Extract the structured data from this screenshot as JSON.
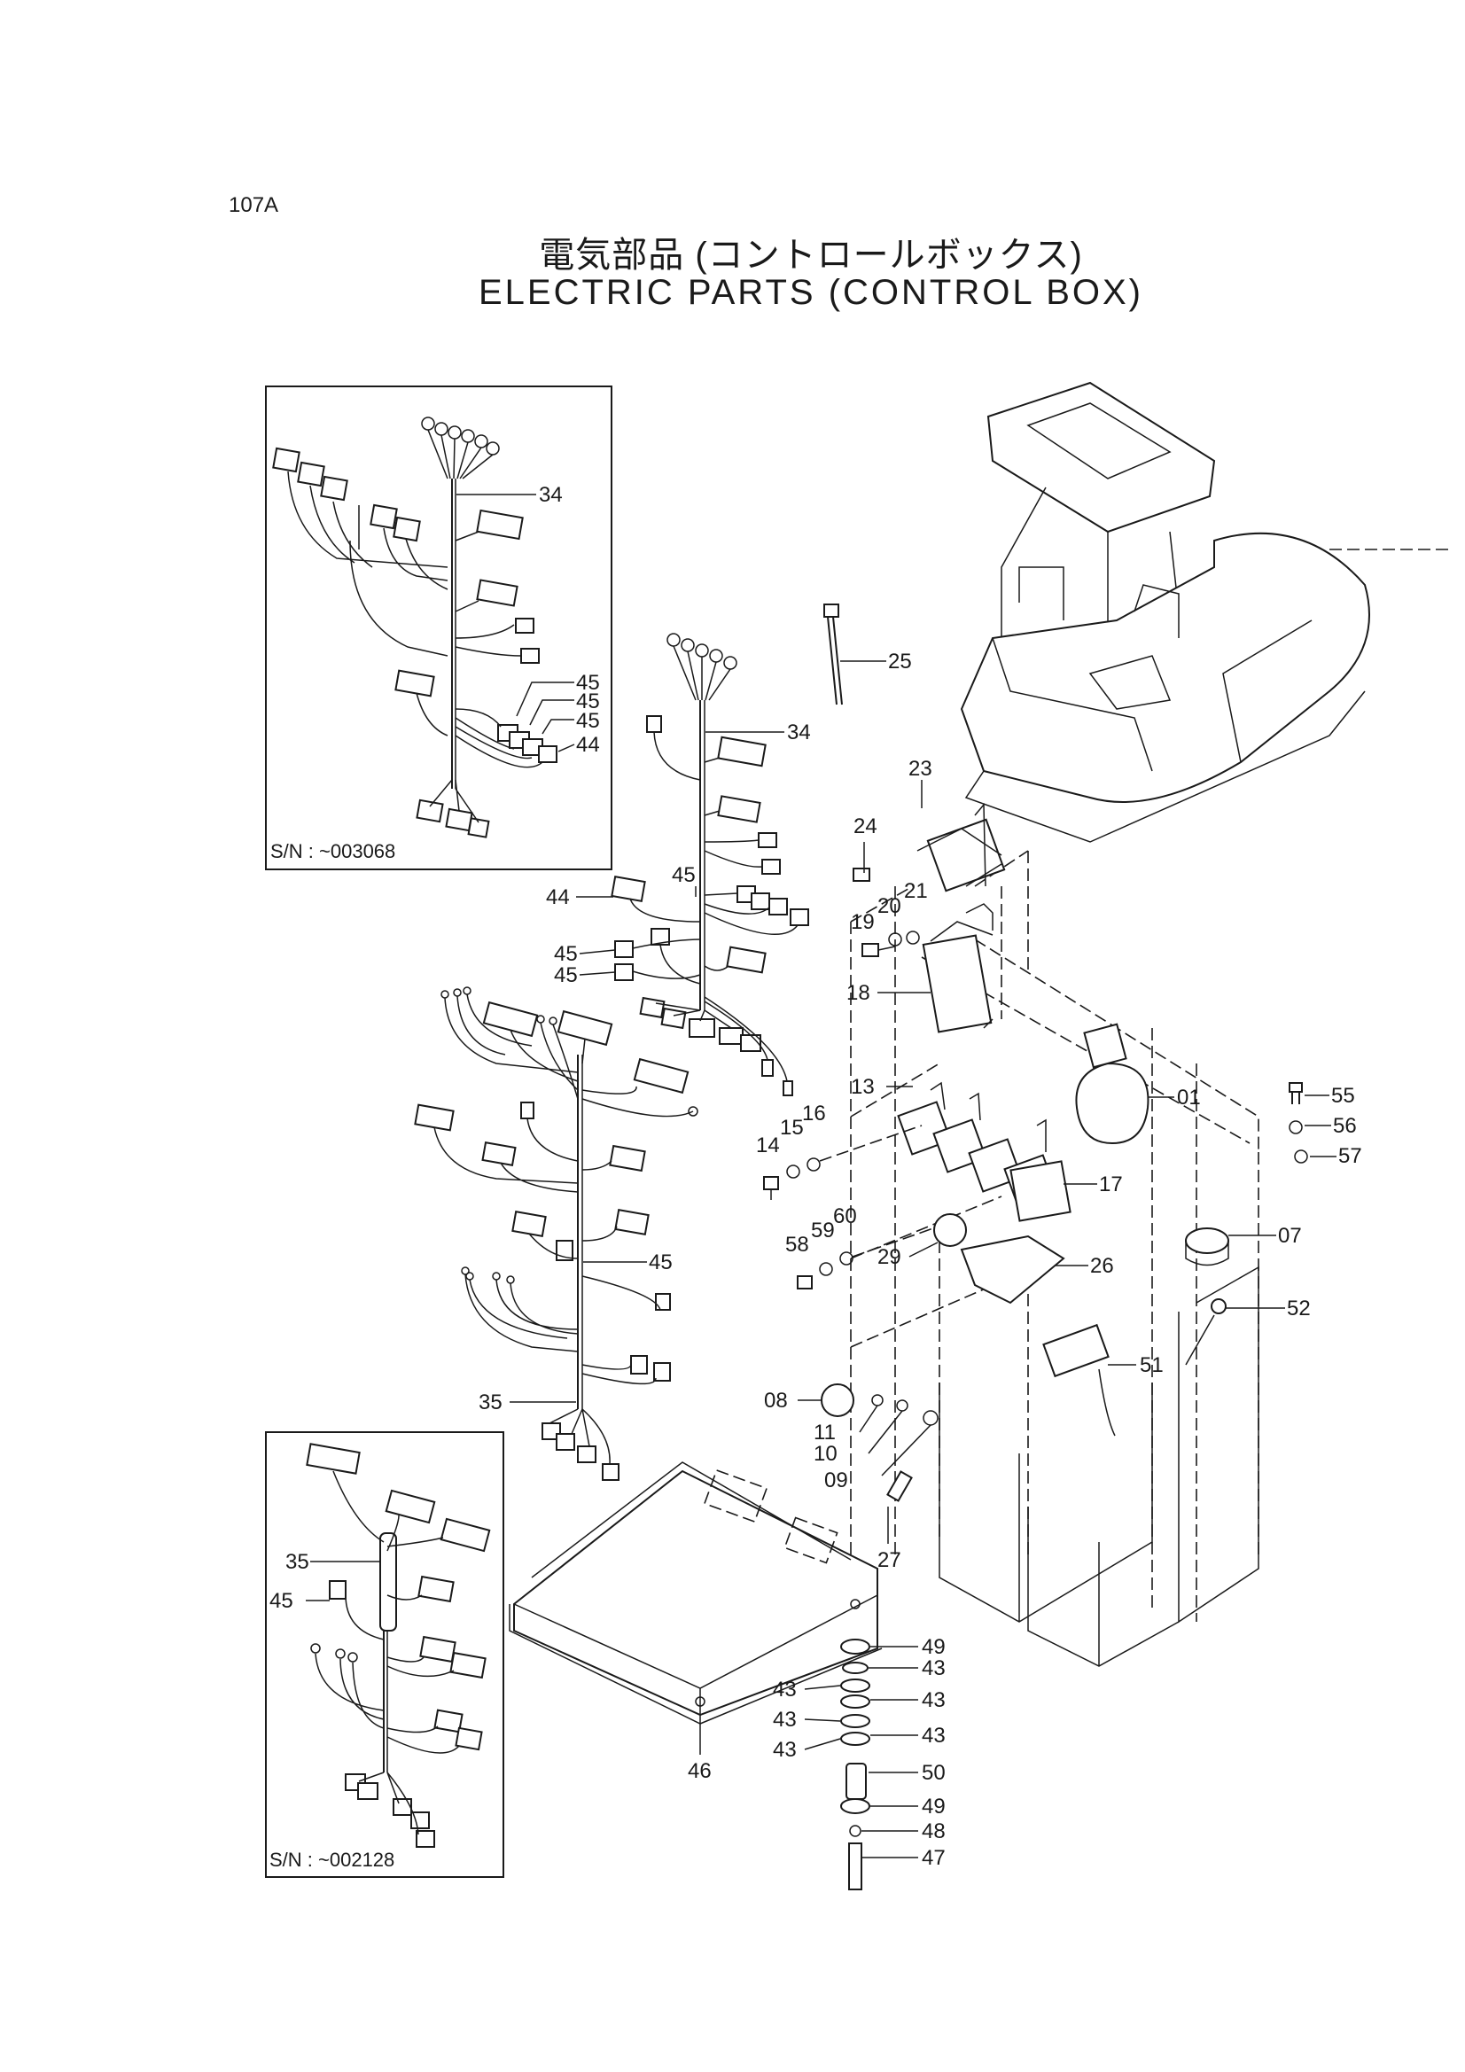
{
  "header": {
    "page_code": "107A",
    "title_jp": "電気部品 (コントロールボックス)",
    "title_en": "ELECTRIC PARTS (CONTROL BOX)"
  },
  "insets": {
    "top_serial": "S/N : ~003068",
    "bottom_serial": "S/N : ~002128"
  },
  "callouts": {
    "c34a": "34",
    "c45a": "45",
    "c45b": "45",
    "c45c": "45",
    "c44a": "44",
    "c25": "25",
    "c34b": "34",
    "c23": "23",
    "c24": "24",
    "c45d": "45",
    "c44b": "44",
    "c45e": "45",
    "c45f": "45",
    "c21": "21",
    "c20": "20",
    "c19": "19",
    "c18": "18",
    "c13": "13",
    "c16": "16",
    "c15": "15",
    "c14": "14",
    "c01": "01",
    "c55": "55",
    "c56": "56",
    "c57": "57",
    "c17": "17",
    "c07": "07",
    "c60": "60",
    "c59": "59",
    "c58": "58",
    "c29": "29",
    "c26": "26",
    "c45g": "45",
    "c52": "52",
    "c51": "51",
    "c35a": "35",
    "c08": "08",
    "c11": "11",
    "c10": "10",
    "c09": "09",
    "c27": "27",
    "c35b": "35",
    "c45h": "45",
    "c46": "46",
    "c49a": "49",
    "c43a": "43",
    "c43b": "43",
    "c43c": "43",
    "c43d": "43",
    "c43e": "43",
    "c43f": "43",
    "c50": "50",
    "c49b": "49",
    "c48": "48",
    "c47": "47"
  }
}
